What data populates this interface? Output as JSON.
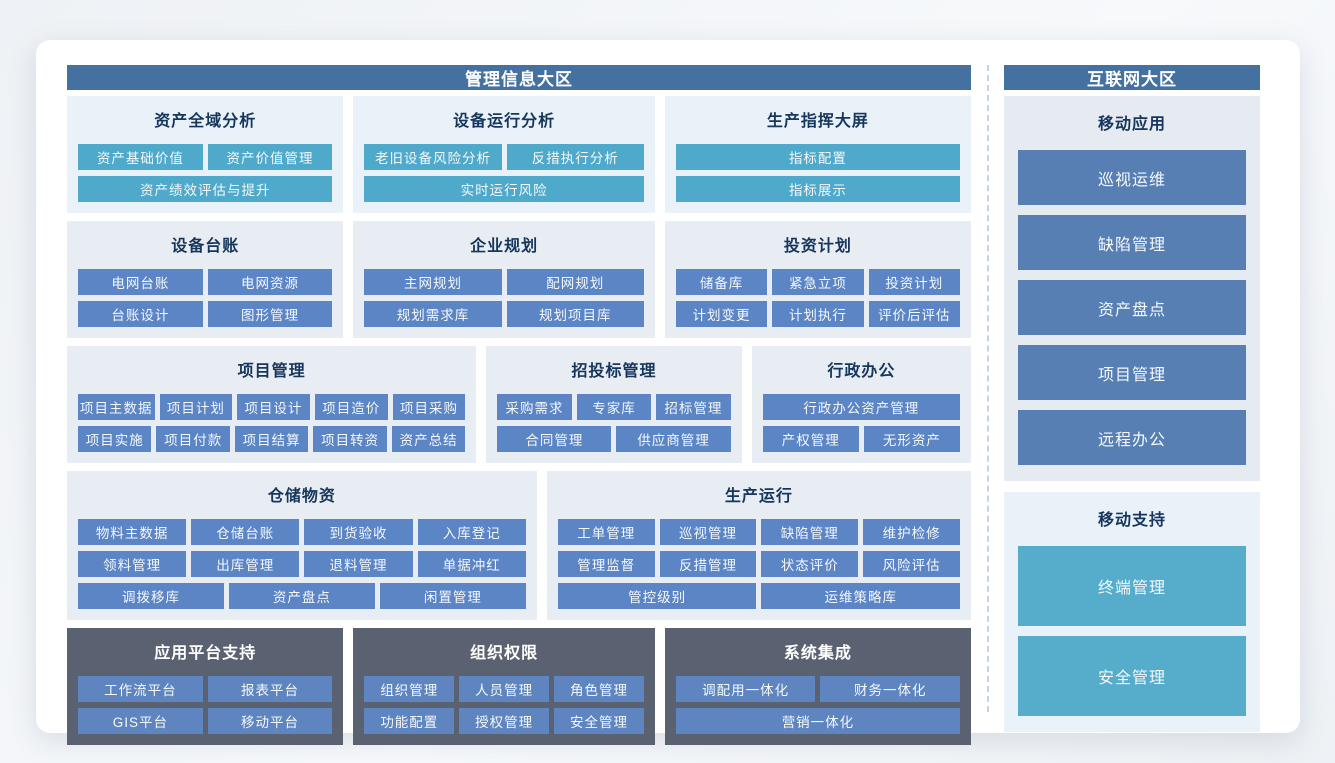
{
  "main_zone": {
    "title": "管理信息大区",
    "rows": [
      {
        "panels": [
          {
            "title": "资产全域分析",
            "button_rows": [
              [
                "资产基础价值",
                "资产价值管理"
              ],
              [
                "资产绩效评估与提升"
              ]
            ]
          },
          {
            "title": "设备运行分析",
            "button_rows": [
              [
                "老旧设备风险分析",
                "反措执行分析"
              ],
              [
                "实时运行风险"
              ]
            ]
          },
          {
            "title": "生产指挥大屏",
            "button_rows": [
              [
                "指标配置"
              ],
              [
                "指标展示"
              ]
            ]
          }
        ]
      },
      {
        "panels": [
          {
            "title": "设备台账",
            "button_rows": [
              [
                "电网台账",
                "电网资源"
              ],
              [
                "台账设计",
                "图形管理"
              ]
            ]
          },
          {
            "title": "企业规划",
            "button_rows": [
              [
                "主网规划",
                "配网规划"
              ],
              [
                "规划需求库",
                "规划项目库"
              ]
            ]
          },
          {
            "title": "投资计划",
            "button_rows": [
              [
                "储备库",
                "紧急立项",
                "投资计划"
              ],
              [
                "计划变更",
                "计划执行",
                "评价后评估"
              ]
            ]
          }
        ]
      },
      {
        "panels": [
          {
            "title": "项目管理",
            "button_rows": [
              [
                "项目主数据",
                "项目计划",
                "项目设计",
                "项目造价",
                "项目采购"
              ],
              [
                "项目实施",
                "项目付款",
                "项目结算",
                "项目转资",
                "资产总结"
              ]
            ]
          },
          {
            "title": "招投标管理",
            "button_rows": [
              [
                "采购需求",
                "专家库",
                "招标管理"
              ],
              [
                "合同管理",
                "供应商管理"
              ]
            ]
          },
          {
            "title": "行政办公",
            "button_rows": [
              [
                "行政办公资产管理"
              ],
              [
                "产权管理",
                "无形资产"
              ]
            ]
          }
        ]
      },
      {
        "panels": [
          {
            "title": "仓储物资",
            "button_rows": [
              [
                "物料主数据",
                "仓储台账",
                "到货验收",
                "入库登记"
              ],
              [
                "领料管理",
                "出库管理",
                "退料管理",
                "单据冲红"
              ],
              [
                "调拨移库",
                "资产盘点",
                "闲置管理"
              ]
            ]
          },
          {
            "title": "生产运行",
            "button_rows": [
              [
                "工单管理",
                "巡视管理",
                "缺陷管理",
                "维护检修"
              ],
              [
                "管理监督",
                "反措管理",
                "状态评价",
                "风险评估"
              ],
              [
                "管控级别",
                "运维策略库"
              ]
            ]
          }
        ]
      },
      {
        "panels": [
          {
            "title": "应用平台支持",
            "button_rows": [
              [
                "工作流平台",
                "报表平台"
              ],
              [
                "GIS平台",
                "移动平台"
              ]
            ]
          },
          {
            "title": "组织权限",
            "button_rows": [
              [
                "组织管理",
                "人员管理",
                "角色管理"
              ],
              [
                "功能配置",
                "授权管理",
                "安全管理"
              ]
            ]
          },
          {
            "title": "系统集成",
            "button_rows": [
              [
                "调配用一体化",
                "财务一体化"
              ],
              [
                "营销一体化"
              ]
            ]
          }
        ]
      }
    ]
  },
  "internet_zone": {
    "title": "互联网大区",
    "panels": [
      {
        "title": "移动应用",
        "button_rows": [
          [
            "巡视运维"
          ],
          [
            "缺陷管理"
          ],
          [
            "资产盘点"
          ],
          [
            "项目管理"
          ],
          [
            "远程办公"
          ]
        ]
      },
      {
        "title": "移动支持",
        "button_rows": [
          [
            "终端管理"
          ],
          [
            "安全管理"
          ]
        ]
      }
    ]
  },
  "colors": {
    "zone_header_bg": "#44719F",
    "teal_button": "#4FA9CB",
    "teal_button_right": "#55ADCB",
    "blue_button": "#5B85C5",
    "blue_button_right": "#577FB4",
    "dark_panel_bg": "#5A6170",
    "light_blue_panel_bg": "#EAF2F9",
    "gray_panel_bg": "#E8ECF3",
    "mobile_panel_bg": "#E6EAF1",
    "panel_title_text": "#16365C",
    "button_text": "#F4F8FB",
    "divider_dash": "#C7D3DF",
    "card_bg": "#FFFFFF"
  }
}
